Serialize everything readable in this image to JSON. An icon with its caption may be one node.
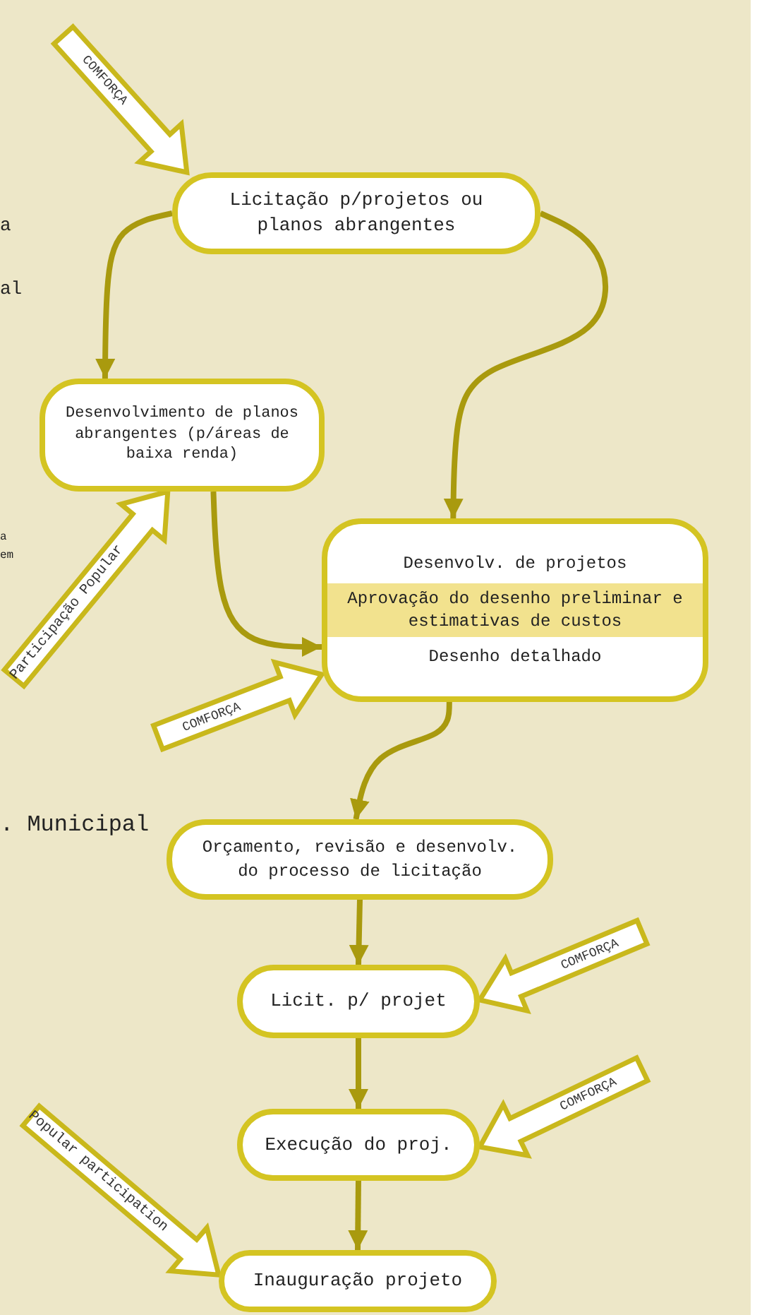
{
  "diagram": {
    "nodes": [
      {
        "text": [
          "Licitação p/projetos ou planos abrangentes"
        ]
      },
      {
        "text": [
          "Desenvolvimento de planos abrangentes (p/áreas de baixa renda)"
        ]
      },
      {
        "text": [
          "Desenvolv. de projetos",
          "Aprovação do desenho preliminar e estimativas de custos",
          "Desenho detalhado"
        ]
      },
      {
        "text": [
          "Orçamento, revisão e desenvolv. do processo de licitação"
        ]
      },
      {
        "text": [
          "Licit. p/ projet"
        ]
      },
      {
        "text": [
          "Execução do proj."
        ]
      },
      {
        "text": [
          "Inauguração projeto"
        ]
      }
    ],
    "edges": [
      {
        "from": 0,
        "to": 1,
        "arrow": "to"
      },
      {
        "from": 0,
        "to": 2,
        "arrow": "to"
      },
      {
        "from": 1,
        "to": 2,
        "arrow": "to"
      },
      {
        "from": 2,
        "to": 3,
        "arrow": "to"
      },
      {
        "from": 3,
        "to": 4,
        "arrow": "to"
      },
      {
        "from": 4,
        "to": 5,
        "arrow": "to"
      },
      {
        "from": 5,
        "to": 6,
        "arrow": "to"
      },
      {
        "from": null,
        "to": 0,
        "arrow": "to",
        "label": "COMFORÇA",
        "style": "thick"
      },
      {
        "from": null,
        "to": 1,
        "arrow": "to",
        "label": "Participação Popular",
        "style": "thick"
      },
      {
        "from": null,
        "to": 2,
        "arrow": "to",
        "label": "COMFORÇA",
        "style": "thick"
      },
      {
        "from": null,
        "to": 4,
        "arrow": "to",
        "label": "COMFORÇA",
        "style": "thick"
      },
      {
        "from": null,
        "to": 5,
        "arrow": "to",
        "label": "COMFORÇA",
        "style": "thick"
      },
      {
        "from": null,
        "to": 6,
        "arrow": "to",
        "label": "Popular participation",
        "style": "thick"
      }
    ],
    "labels": [
      "a",
      "al",
      "a",
      "em",
      ". Municipal"
    ]
  }
}
